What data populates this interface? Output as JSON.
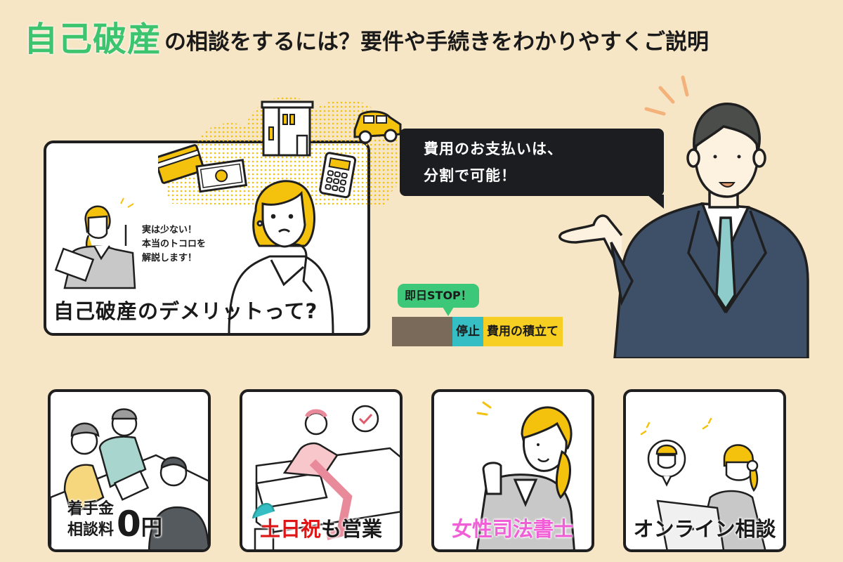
{
  "headline": {
    "accent": "自己破産",
    "rest": "の相談をするには？要件や手続きをわかりやすくご説明"
  },
  "demerit_card": {
    "note_lines": [
      "実は少ない！",
      "本当のトコロを",
      "解説します！"
    ],
    "title": "自己破産のデメリットって?",
    "icons": [
      "credit-card-icon",
      "banknote-icon",
      "house-icon",
      "car-icon",
      "calculator-icon"
    ]
  },
  "speech_bubble": {
    "line1": "費用のお支払いは、",
    "line2": "分割で可能！"
  },
  "stop_bar": {
    "badge": "即日STOP！",
    "segments": [
      {
        "label": "",
        "color": "#7a6a5a"
      },
      {
        "label": "停止",
        "color": "#35bfc4"
      },
      {
        "label": "費用の積立て",
        "color": "#f6cf22"
      }
    ]
  },
  "features": [
    {
      "line1": "着手金",
      "line2": "相談料",
      "zero": "0",
      "yen": "円"
    },
    {
      "parts": [
        {
          "text": "土日祝",
          "color": "#e01515"
        },
        {
          "text": "も営業",
          "color": "#1a1a1a"
        }
      ]
    },
    {
      "label": "女性司法書士",
      "color": "#f05fd6"
    },
    {
      "label": "オンライン相談",
      "color": "#1a1a1a"
    }
  ],
  "colors": {
    "background": "#f7e6c6",
    "accent_green": "#3cc46e",
    "illustration_yellow": "#f4c20d",
    "suit_navy": "#3e5068",
    "tie_teal": "#8ecbcb"
  }
}
